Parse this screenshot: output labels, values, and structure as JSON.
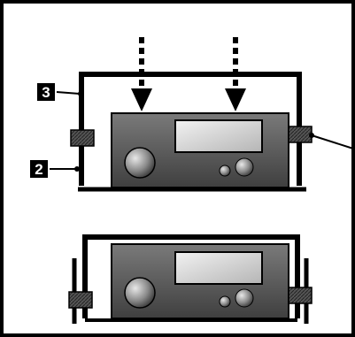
{
  "callouts": [
    {
      "id": "3",
      "text": "3"
    },
    {
      "id": "2",
      "text": "2"
    }
  ],
  "colors": {
    "frame": "#000000",
    "device_body": "#555555",
    "device_body_light": "#777777",
    "display": "#cfcfcf",
    "knob": "#8a8a8a",
    "background": "#ffffff"
  },
  "icons": [
    "down-arrow-icon",
    "mounting-bracket-icon",
    "radio-device-icon",
    "clamp-screw-icon"
  ]
}
